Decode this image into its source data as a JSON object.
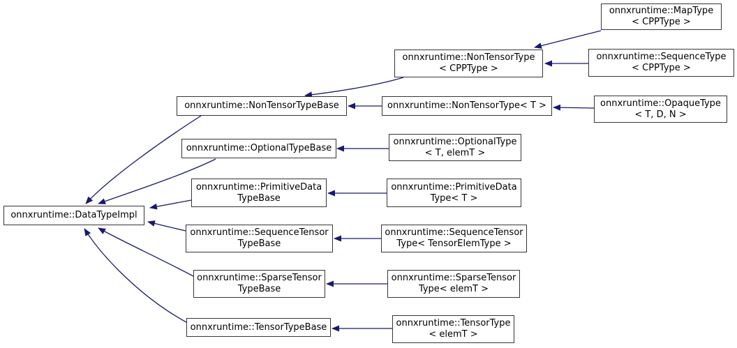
{
  "diagram": {
    "type": "inheritance-graph",
    "root": "onnxruntime::DataTypeImpl",
    "colors": {
      "edge": "#191970",
      "node_border": "#353535",
      "node_fill": "#ffffff",
      "text": "#000000",
      "background": "#ffffff"
    }
  },
  "nodes": {
    "data_type_impl": {
      "label": "onnxruntime::DataTypeImpl"
    },
    "non_tensor_type_base": {
      "label": "onnxruntime::NonTensorTypeBase"
    },
    "non_tensor_type_t": {
      "label": "onnxruntime::NonTensorType< T >"
    },
    "non_tensor_type_cpp": {
      "line1": "onnxruntime::NonTensorType",
      "line2": "< CPPType >"
    },
    "map_type": {
      "line1": "onnxruntime::MapType",
      "line2": "< CPPType >"
    },
    "sequence_type": {
      "line1": "onnxruntime::SequenceType",
      "line2": "< CPPType >"
    },
    "opaque_type": {
      "line1": "onnxruntime::OpaqueType",
      "line2": "< T, D, N >"
    },
    "optional_type_base": {
      "label": "onnxruntime::OptionalTypeBase"
    },
    "optional_type": {
      "line1": "onnxruntime::OptionalType",
      "line2": "< T, elemT >"
    },
    "primitive_data_type_base": {
      "line1": "onnxruntime::PrimitiveData",
      "line2": "TypeBase"
    },
    "primitive_data_type": {
      "line1": "onnxruntime::PrimitiveData",
      "line2": "Type< T >"
    },
    "sequence_tensor_type_base": {
      "line1": "onnxruntime::SequenceTensor",
      "line2": "TypeBase"
    },
    "sequence_tensor_type": {
      "line1": "onnxruntime::SequenceTensor",
      "line2": "Type< TensorElemType >"
    },
    "sparse_tensor_type_base": {
      "line1": "onnxruntime::SparseTensor",
      "line2": "TypeBase"
    },
    "sparse_tensor_type": {
      "line1": "onnxruntime::SparseTensor",
      "line2": "Type< elemT >"
    },
    "tensor_type_base": {
      "label": "onnxruntime::TensorTypeBase"
    },
    "tensor_type": {
      "line1": "onnxruntime::TensorType",
      "line2": "< elemT >"
    }
  },
  "edges": [
    {
      "from": "map_type",
      "to": "non_tensor_type_cpp"
    },
    {
      "from": "sequence_type",
      "to": "non_tensor_type_cpp"
    },
    {
      "from": "non_tensor_type_cpp",
      "to": "non_tensor_type_base"
    },
    {
      "from": "non_tensor_type_t",
      "to": "non_tensor_type_base"
    },
    {
      "from": "opaque_type",
      "to": "non_tensor_type_t"
    },
    {
      "from": "optional_type",
      "to": "optional_type_base"
    },
    {
      "from": "primitive_data_type",
      "to": "primitive_data_type_base"
    },
    {
      "from": "sequence_tensor_type",
      "to": "sequence_tensor_type_base"
    },
    {
      "from": "sparse_tensor_type",
      "to": "sparse_tensor_type_base"
    },
    {
      "from": "tensor_type",
      "to": "tensor_type_base"
    },
    {
      "from": "non_tensor_type_base",
      "to": "data_type_impl"
    },
    {
      "from": "optional_type_base",
      "to": "data_type_impl"
    },
    {
      "from": "primitive_data_type_base",
      "to": "data_type_impl"
    },
    {
      "from": "sequence_tensor_type_base",
      "to": "data_type_impl"
    },
    {
      "from": "sparse_tensor_type_base",
      "to": "data_type_impl"
    },
    {
      "from": "tensor_type_base",
      "to": "data_type_impl"
    }
  ]
}
